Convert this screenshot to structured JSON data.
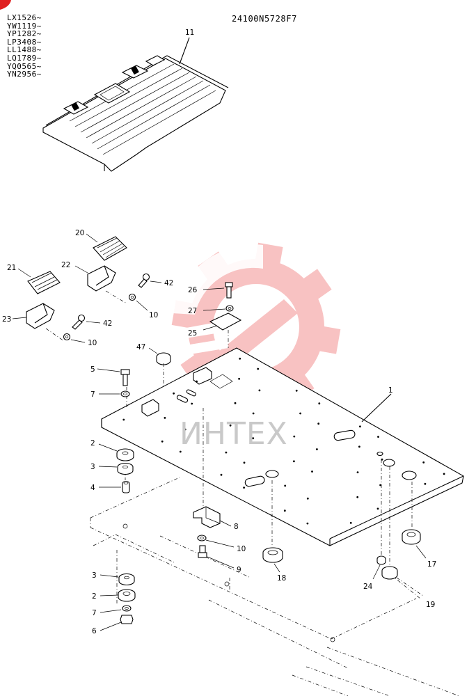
{
  "header": {
    "serial_ranges": [
      "LX1526~",
      "YW1119~",
      "YP1282~",
      "LP3408~",
      "LL1488~",
      "LQ1789~",
      "YQ0565~",
      "YN2956~"
    ],
    "drawing_number": "24100N5728F7"
  },
  "watermark": {
    "text": "ИНТЕХ",
    "gear_color": "#f7b8b8"
  },
  "callouts": {
    "c11": "11",
    "c20": "20",
    "c21": "21",
    "c22": "22",
    "c23": "23",
    "c42a": "42",
    "c10a": "10",
    "c42b": "42",
    "c10b": "10",
    "c26": "26",
    "c27": "27",
    "c25": "25",
    "c47": "47",
    "c5": "5",
    "c7a": "7",
    "c1": "1",
    "c2a": "2",
    "c3a": "3",
    "c4": "4",
    "c8": "8",
    "c10c": "10",
    "c9": "9",
    "c3b": "3",
    "c2b": "2",
    "c7b": "7",
    "c6": "6",
    "c18": "18",
    "c17": "17",
    "c24": "24",
    "c19": "19"
  }
}
